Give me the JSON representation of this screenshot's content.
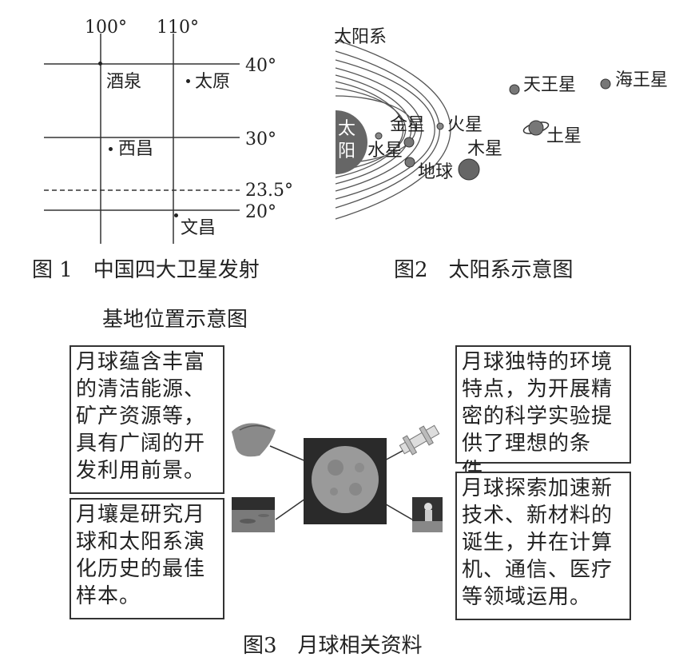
{
  "fig1": {
    "lon_labels": [
      "100°",
      "110°"
    ],
    "lat_labels": [
      "40°",
      "30°",
      "23.5°",
      "20°"
    ],
    "sites": [
      "酒泉",
      "太原",
      "西昌",
      "文昌"
    ],
    "caption_line1": "图 1　中国四大卫星发射",
    "caption_line2": "基地位置示意图"
  },
  "fig2": {
    "title": "太阳系",
    "sun": "太阳",
    "planets": [
      "水星",
      "金星",
      "火星",
      "地球",
      "木星",
      "土星",
      "天王星",
      "海王星"
    ],
    "caption": "图2　太阳系示意图"
  },
  "fig3": {
    "box_top_left": "月球蕴含丰富的清洁能源、矿产资源等，具有广阔的开发利用前景。",
    "box_bottom_left": "月壤是研究月球和太阳系演化历史的最佳样本。",
    "box_top_right": "月球独特的环境特点，为开展精密的科学实验提供了理想的条件。",
    "box_bottom_right": "月球探索加速新技术、新材料的诞生，并在计算机、通信、医疗等领域运用。",
    "caption": "图3　月球相关资料"
  }
}
